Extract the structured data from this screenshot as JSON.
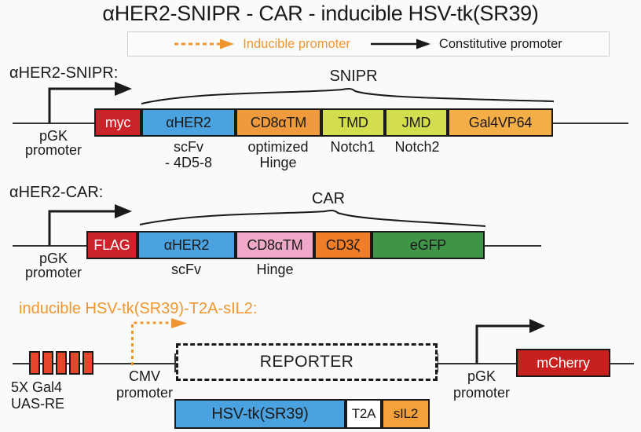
{
  "title": "αHER2-SNIPR - CAR - inducible HSV-tk(SR39)",
  "legend": {
    "inducible": {
      "label": "Inducible promoter",
      "arrow_icon": "dotted-arrow-right-icon",
      "color": "#f0962f"
    },
    "constitutive": {
      "label": "Constitutive promoter",
      "arrow_icon": "solid-arrow-right-icon",
      "color": "#1a1a1a"
    }
  },
  "constructs": [
    {
      "name": "αHER2-SNIPR:",
      "promoter_label_line1": "pGK",
      "promoter_label_line2": "promoter",
      "group_label": "SNIPR",
      "blocks": [
        {
          "label": "myc",
          "color": "#cc2229",
          "text_color": "#ffffff"
        },
        {
          "label": "αHER2",
          "color": "#4aa3e0",
          "text_color": "#1a1a1a"
        },
        {
          "label": "CD8αTM",
          "color": "#ef9a3c",
          "text_color": "#1a1a1a"
        },
        {
          "label": "TMD",
          "color": "#d3de4e",
          "text_color": "#1a1a1a"
        },
        {
          "label": "JMD",
          "color": "#d3de4e",
          "text_color": "#1a1a1a"
        },
        {
          "label": "Gal4VP64",
          "color": "#f4ae48",
          "text_color": "#1a1a1a"
        }
      ],
      "captions": [
        {
          "line1": "scFv",
          "line2": "- 4D5-8"
        },
        {
          "line1": "optimized",
          "line2": "Hinge"
        },
        {
          "line1": "Notch1",
          "line2": ""
        },
        {
          "line1": "Notch2",
          "line2": ""
        }
      ]
    },
    {
      "name": "αHER2-CAR:",
      "promoter_label_line1": "pGK",
      "promoter_label_line2": "promoter",
      "group_label": "CAR",
      "blocks": [
        {
          "label": "FLAG",
          "color": "#cc2229",
          "text_color": "#ffffff"
        },
        {
          "label": "αHER2",
          "color": "#4aa3e0",
          "text_color": "#1a1a1a"
        },
        {
          "label": "CD8αTM",
          "color": "#f0a8c8",
          "text_color": "#1a1a1a"
        },
        {
          "label": "CD3ζ",
          "color": "#f07d28",
          "text_color": "#1a1a1a"
        },
        {
          "label": "eGFP",
          "color": "#3f9448",
          "text_color": "#1a1a1a"
        }
      ],
      "captions": [
        {
          "line1": "scFv",
          "line2": ""
        },
        {
          "line1": "Hinge",
          "line2": ""
        }
      ]
    }
  ],
  "reporter_construct": {
    "name": "inducible HSV-tk(SR39)-T2A-sIL2:",
    "uas": {
      "label_line1": "5X Gal4",
      "label_line2": "UAS-RE",
      "repeat_count": 5,
      "color": "#e8452c"
    },
    "cmv": {
      "label_line1": "CMV",
      "label_line2": "promoter"
    },
    "reporter_label": "REPORTER",
    "pgk": {
      "label_line1": "pGK",
      "label_line2": "promoter"
    },
    "mcherry": {
      "label": "mCherry",
      "color": "#c8201f",
      "text_color": "#ffffff"
    },
    "cargo_blocks": [
      {
        "label": "HSV-tk(SR39)",
        "color": "#4aa3e0",
        "text_color": "#1a1a1a"
      },
      {
        "label": "T2A",
        "color": "#ffffff",
        "text_color": "#1a1a1a"
      },
      {
        "label": "sIL2",
        "color": "#f4a03c",
        "text_color": "#1a1a1a"
      }
    ]
  }
}
